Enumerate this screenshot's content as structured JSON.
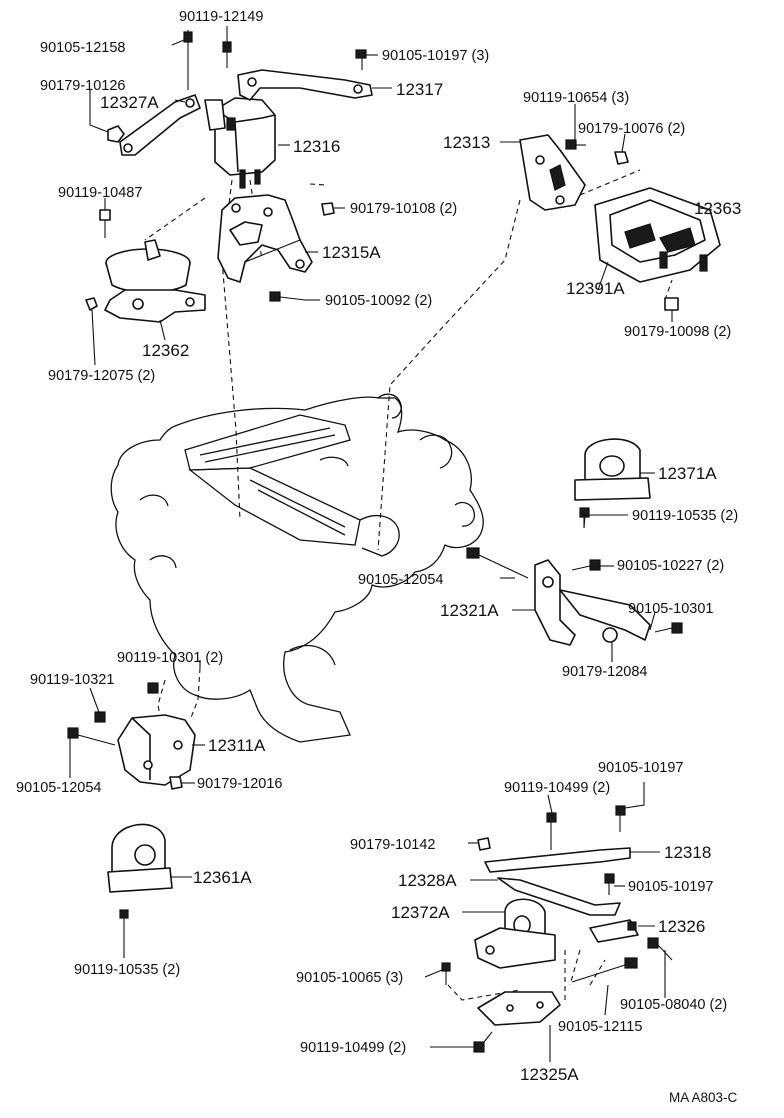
{
  "labels": {
    "l01": "90119-12149",
    "l02": "90105-12158",
    "l03": "90105-10197 (3)",
    "l04": "90179-10126",
    "l05": "12327A",
    "l06": "12317",
    "l07": "12316",
    "l08": "90119-10654 (3)",
    "l09": "90179-10076 (2)",
    "l10": "12313",
    "l11": "90119-10487",
    "l12": "90179-10108 (2)",
    "l13": "12363",
    "l14": "12315A",
    "l15": "12391A",
    "l16": "90105-10092 (2)",
    "l17": "90179-10098 (2)",
    "l18": "12362",
    "l19": "90179-12075 (2)",
    "l20": "12371A",
    "l21": "90119-10535 (2)",
    "l22": "90105-10227 (2)",
    "l23": "90105-12054",
    "l24": "90105-10301",
    "l25": "12321A",
    "l26": "90179-12084",
    "l27": "90119-10301 (2)",
    "l28": "90119-10321",
    "l29": "12311A",
    "l30": "90105-12054",
    "l31": "90179-12016",
    "l32": "90105-10197",
    "l33": "90119-10499 (2)",
    "l34": "90179-10142",
    "l35": "12318",
    "l36": "12328A",
    "l37": "90105-10197",
    "l38": "12361A",
    "l39": "12372A",
    "l40": "12326",
    "l41": "90119-10535 (2)",
    "l42": "90105-10065 (3)",
    "l43": "90105-08040 (2)",
    "l44": "90105-12115",
    "l45": "90119-10499 (2)",
    "l46": "12325A",
    "l47": "MA A803-C"
  }
}
